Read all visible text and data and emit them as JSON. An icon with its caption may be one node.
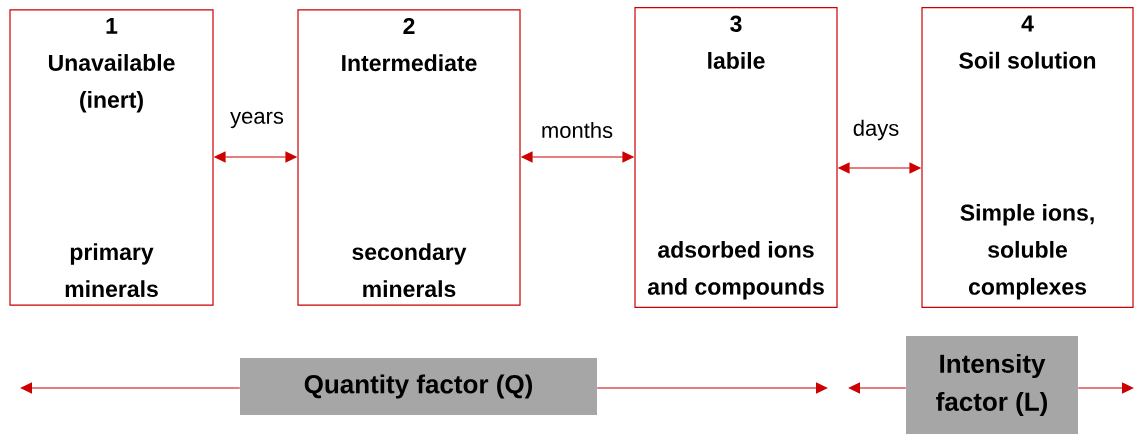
{
  "diagram": {
    "nodes": [
      {
        "text": [
          "1",
          "Unavailable (inert)",
          "primary minerals"
        ]
      },
      {
        "text": [
          "2",
          "Intermediate",
          "secondary minerals"
        ]
      },
      {
        "text": [
          "3",
          "labile",
          "adsorbed ions and compounds"
        ]
      },
      {
        "text": [
          "4",
          "Soil solution",
          "Simple ions, soluble complexes"
        ]
      },
      {
        "text": [
          "Quantity factor (Q)"
        ]
      },
      {
        "text": [
          "Intensity factor (L)"
        ]
      }
    ],
    "edges": [
      {
        "from": 0,
        "to": 1,
        "arrow": "both",
        "label": "years"
      },
      {
        "from": 1,
        "to": 2,
        "arrow": "both",
        "label": "months"
      },
      {
        "from": 2,
        "to": 3,
        "arrow": "both",
        "label": "days"
      },
      {
        "from": 4,
        "to": null,
        "arrow": "to"
      },
      {
        "from": 4,
        "to": null,
        "arrow": "to"
      },
      {
        "from": 5,
        "to": null,
        "arrow": "to"
      },
      {
        "from": 5,
        "to": null,
        "arrow": "to"
      }
    ]
  }
}
